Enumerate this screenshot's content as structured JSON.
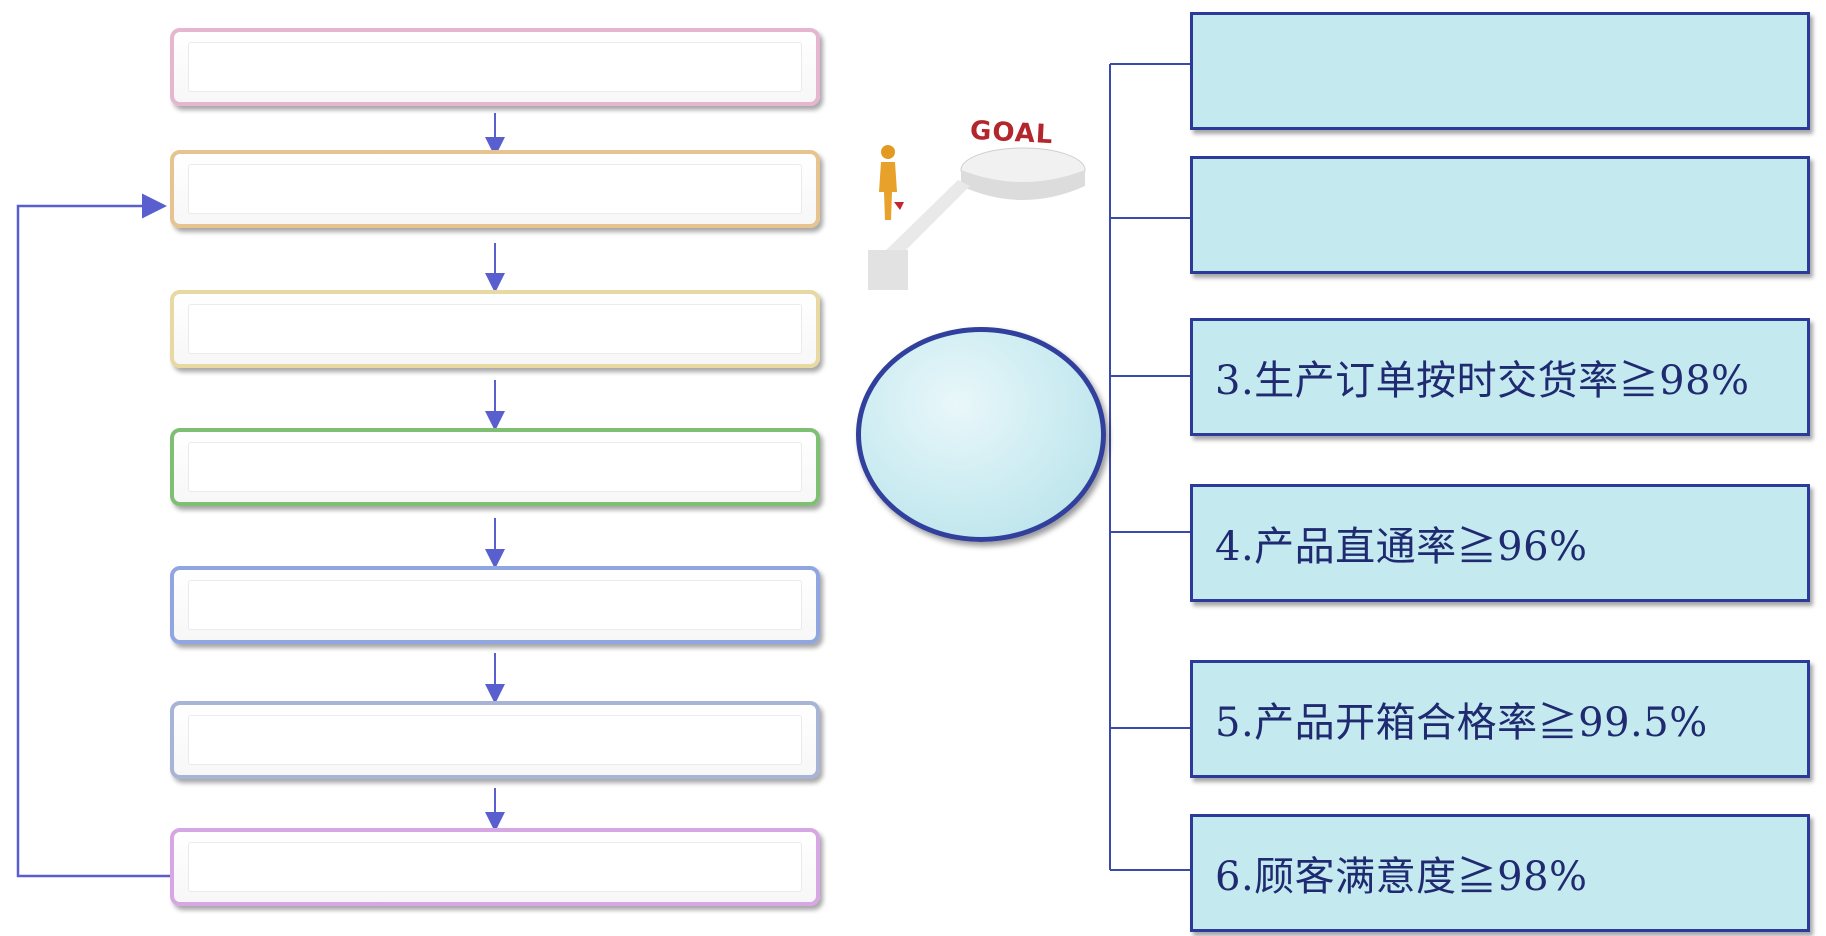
{
  "flow": {
    "boxes": [
      {
        "border": "#e6b6cf"
      },
      {
        "border": "#e6c38f"
      },
      {
        "border": "#e8d9a2"
      },
      {
        "border": "#7fbf73"
      },
      {
        "border": "#8fa6e0"
      },
      {
        "border": "#a7b4d6"
      },
      {
        "border": "#d7a6e4"
      }
    ]
  },
  "illustration": {
    "goal_label": "GOAL"
  },
  "goals": [
    {
      "text": ""
    },
    {
      "text": ""
    },
    {
      "text": "3.生产订单按时交货率≧98%"
    },
    {
      "text": "4.产品直通率≧96%"
    },
    {
      "text": "5.产品开箱合格率≧99.5%"
    },
    {
      "text": "6.顾客满意度≧98%"
    }
  ],
  "colors": {
    "connector": "#5a5fd0",
    "goal_fill": "#c4eaf0",
    "goal_border": "#2c3b9a",
    "text": "#1f2a70"
  }
}
